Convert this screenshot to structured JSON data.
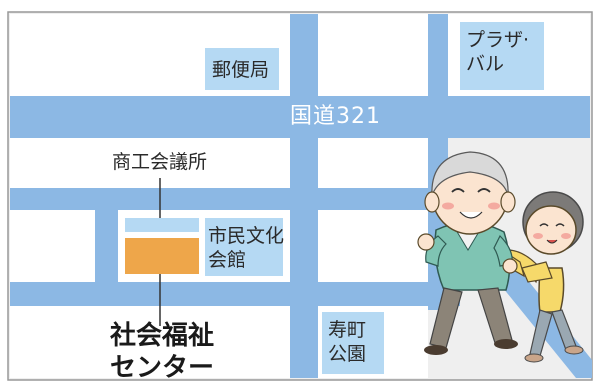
{
  "map": {
    "road_label": "国道321",
    "places": {
      "post_office": "郵便局",
      "plaza_line1": "プラザ·",
      "plaza_line2": "バル",
      "chamber_of_commerce": "商工会議所",
      "civic_hall_line1": "市民文化",
      "civic_hall_line2": "会館",
      "park_line1": "寿町",
      "park_line2": "公園",
      "welfare_line1": "社会福祉",
      "welfare_line2": "センター"
    }
  },
  "colors": {
    "road": "#8cb8e4",
    "building": "#b5d9f3",
    "block": "#ffffff",
    "welfare_center": "#eea64a",
    "background": "#efefef",
    "border": "#999999"
  }
}
